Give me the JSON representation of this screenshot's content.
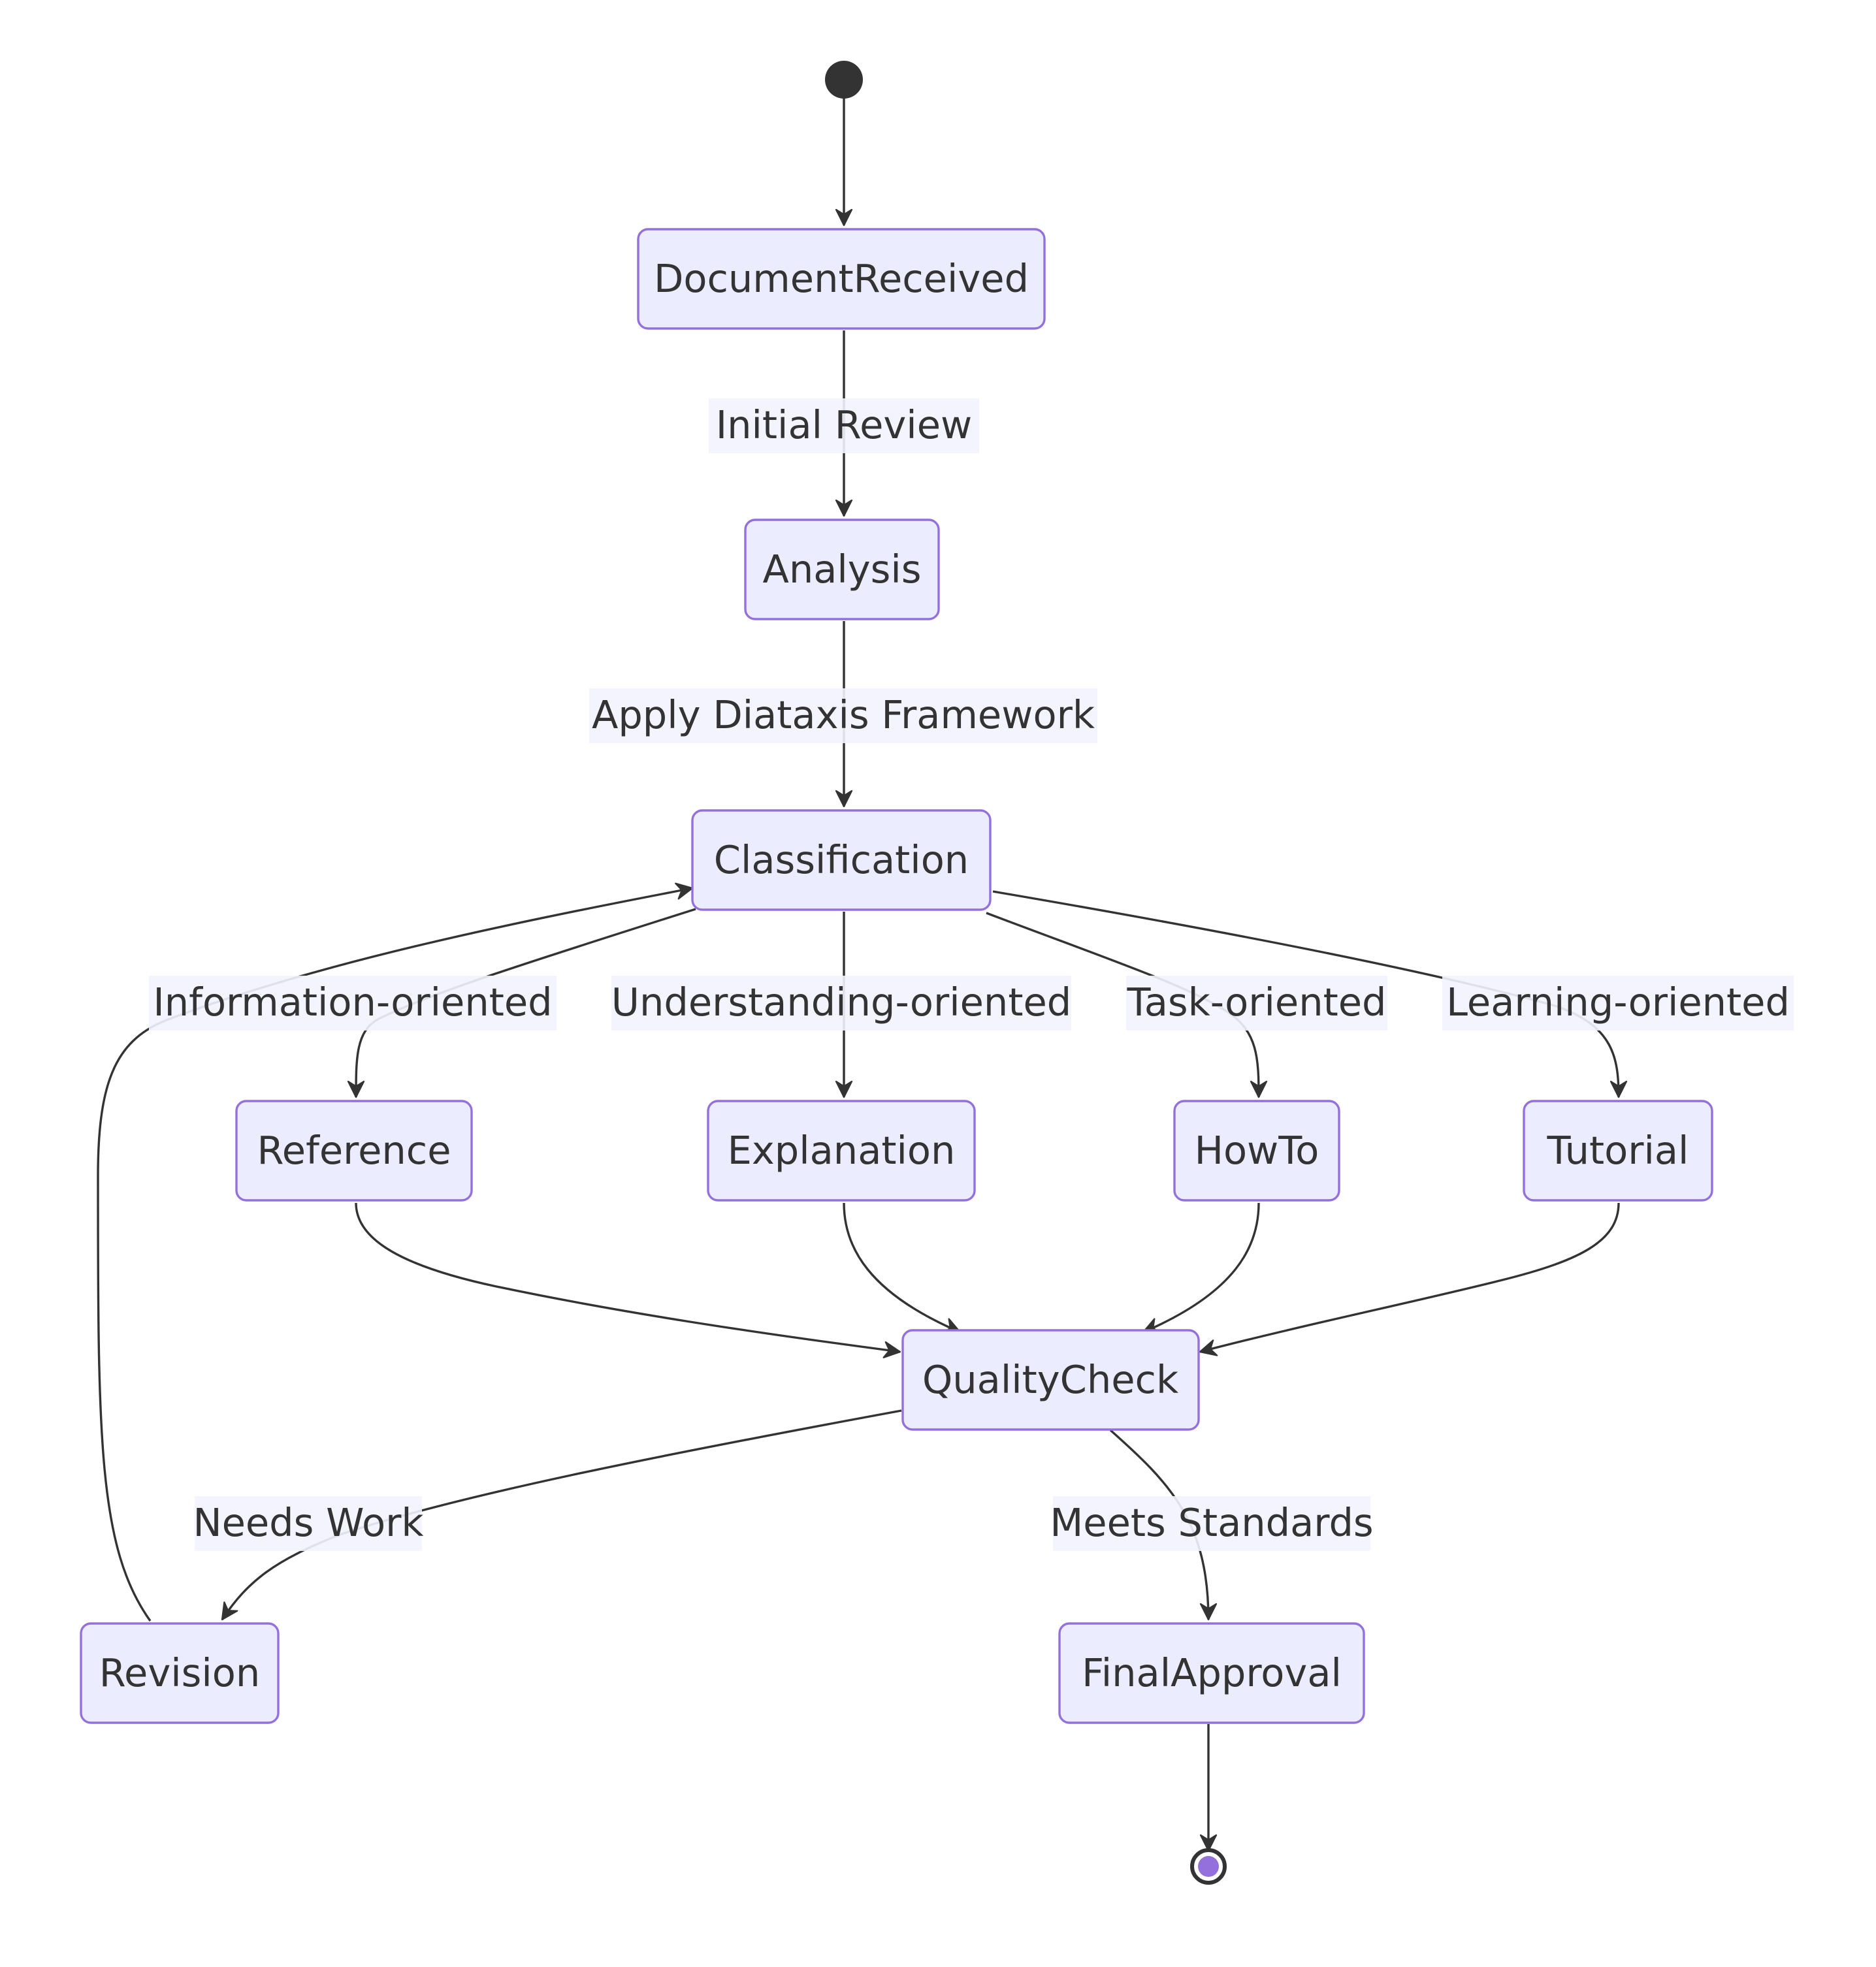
{
  "diagram": {
    "type": "state-diagram",
    "states": {
      "document_received": "DocumentReceived",
      "analysis": "Analysis",
      "classification": "Classification",
      "reference": "Reference",
      "explanation": "Explanation",
      "howto": "HowTo",
      "tutorial": "Tutorial",
      "quality_check": "QualityCheck",
      "revision": "Revision",
      "final_approval": "FinalApproval"
    },
    "transitions": {
      "initial_review": "Initial Review",
      "apply_diataxis": "Apply Diataxis Framework",
      "information_oriented": "Information-oriented",
      "understanding_oriented": "Understanding-oriented",
      "task_oriented": "Task-oriented",
      "learning_oriented": "Learning-oriented",
      "needs_work": "Needs Work",
      "meets_standards": "Meets Standards"
    },
    "colors": {
      "node_fill": "#ECECFF",
      "node_border": "#9370DB",
      "edge": "#333333",
      "label_background": "#F3F3FF",
      "end_state_fill": "#9370DB"
    }
  }
}
